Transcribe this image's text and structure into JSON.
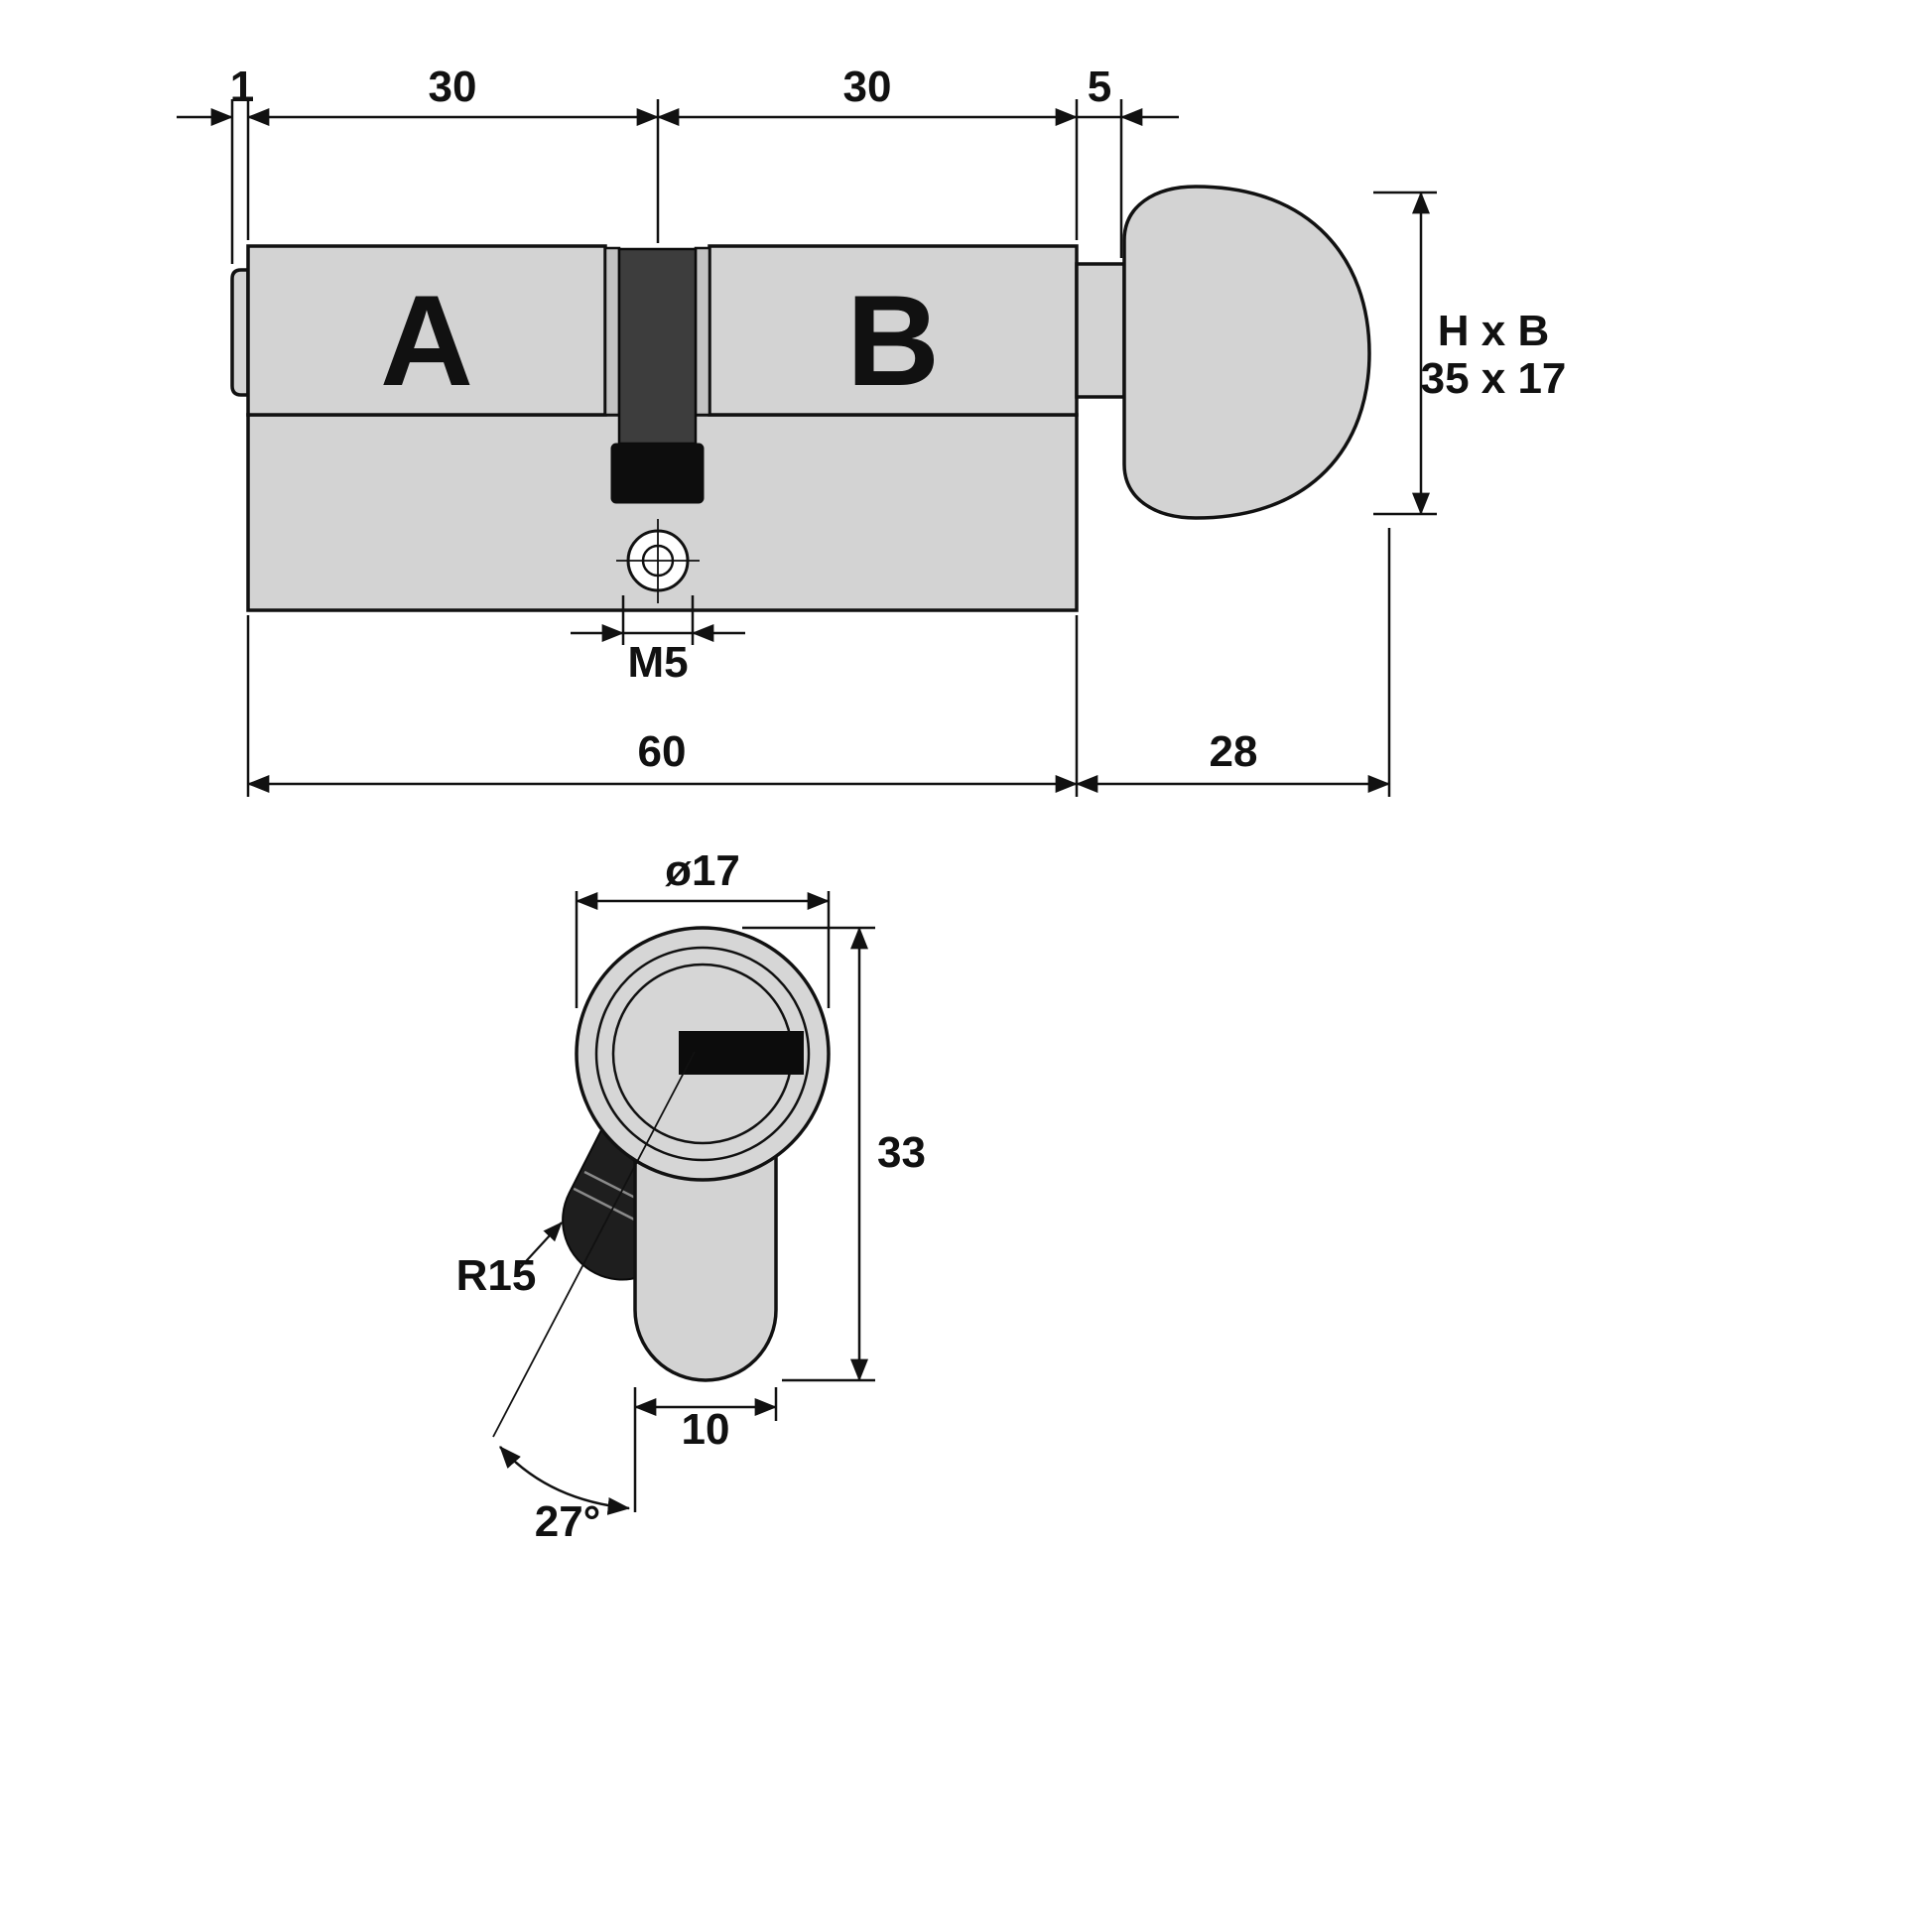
{
  "drawing": {
    "top_view": {
      "dim_tip": "1",
      "dim_a_half": "30",
      "dim_b_half": "30",
      "dim_neck": "5",
      "label_a": "A",
      "label_b": "B",
      "dim_screw_thread": "M5",
      "dim_total_length": "60",
      "dim_knob_length": "28",
      "knob_dim_label_line1": "H x B",
      "knob_dim_label_line2": "35 x 17"
    },
    "front_view": {
      "dim_diameter": "ø17",
      "dim_total_height": "33",
      "dim_profile_width": "10",
      "dim_radius": "R15",
      "dim_rotation_angle": "27°"
    },
    "colors": {
      "body_fill": "#d3d3d3",
      "cam_dark": "#3d3d3d",
      "cam_black": "#0d0d0d",
      "line": "#111111"
    }
  }
}
